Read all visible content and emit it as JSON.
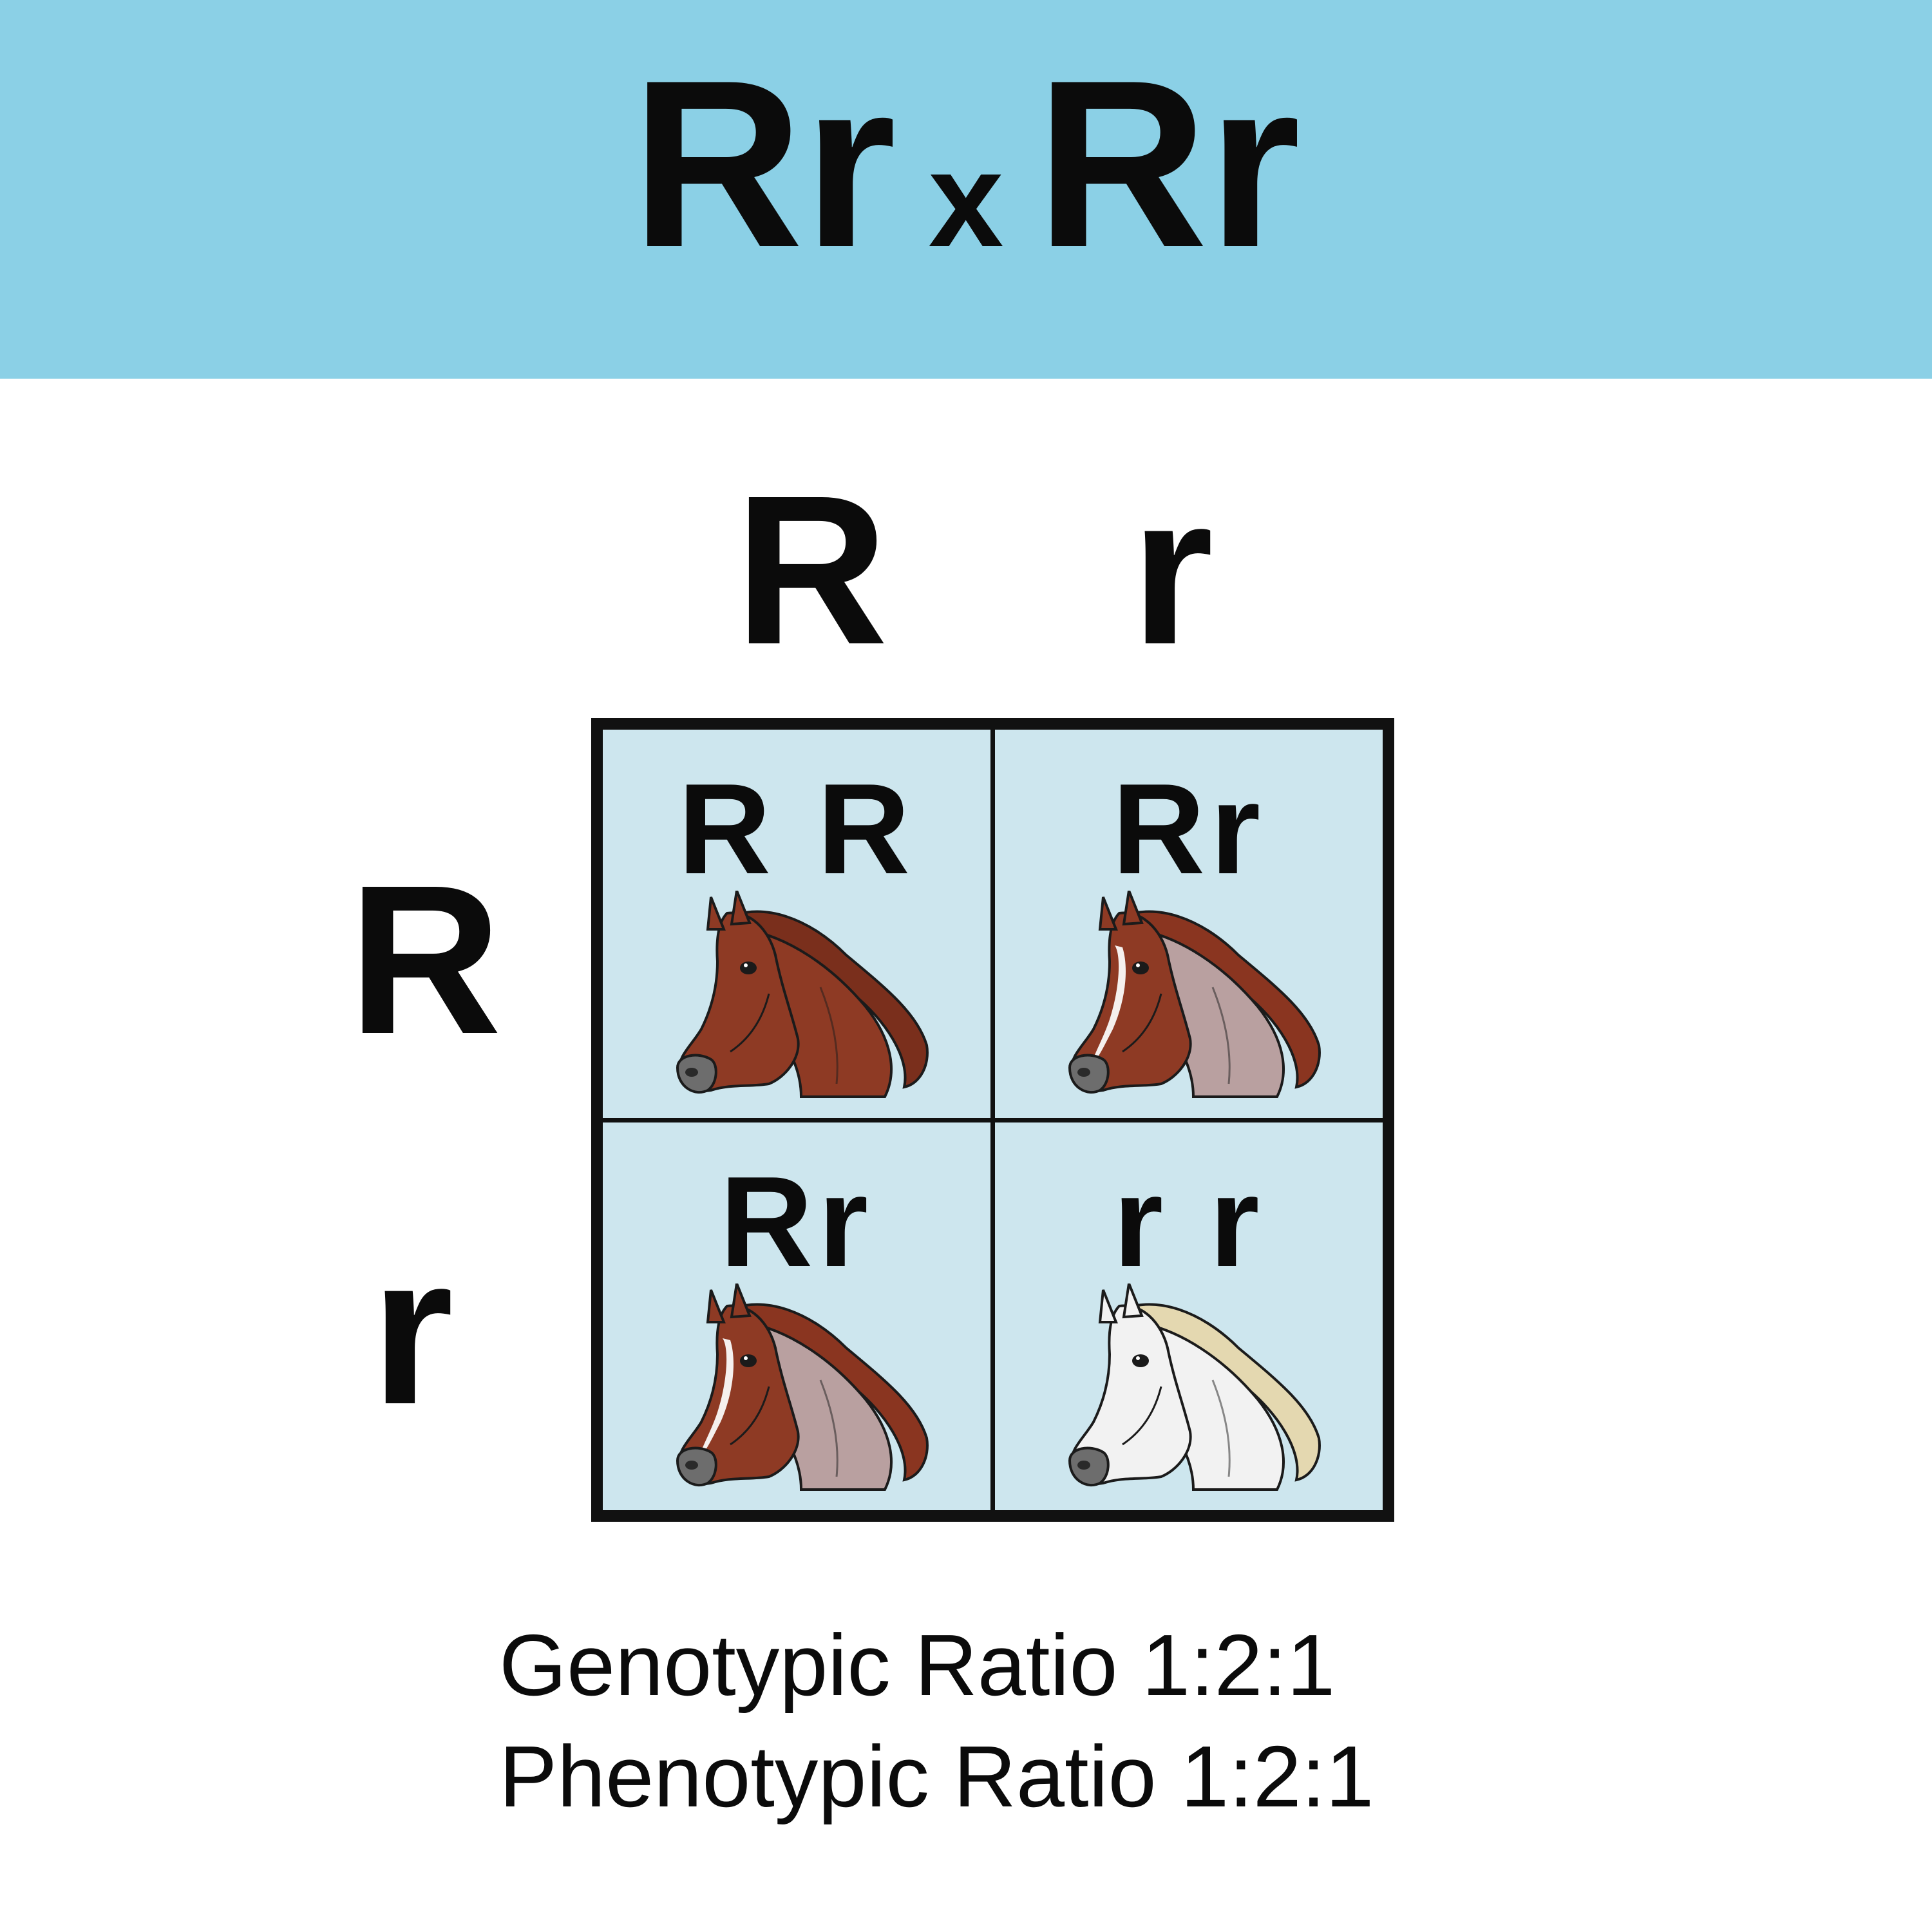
{
  "cross": {
    "parent1": "Rr",
    "symbol": "x",
    "parent2": "Rr"
  },
  "alleles": {
    "top": [
      "R",
      "r"
    ],
    "left": [
      "R",
      "r"
    ]
  },
  "cells": [
    {
      "genotype": "RR",
      "label": "R R",
      "phenotype": "red-horse-icon"
    },
    {
      "genotype": "Rr",
      "label": "Rr",
      "phenotype": "roan-horse-icon"
    },
    {
      "genotype": "Rr",
      "label": "Rr",
      "phenotype": "roan-horse-icon"
    },
    {
      "genotype": "rr",
      "label": "r r",
      "phenotype": "white-horse-icon"
    }
  ],
  "ratios": {
    "genotypic": "Genotypic Ratio 1:2:1",
    "phenotypic": "Phenotypic Ratio 1:2:1"
  },
  "colors": {
    "banner": "#8bd0e6",
    "cell": "#cde6ee",
    "red_coat": "#8e3a24",
    "roan_coat": "#b9a0a0",
    "white_coat": "#f2f2f2",
    "mane_light": "#e4d8b0"
  }
}
